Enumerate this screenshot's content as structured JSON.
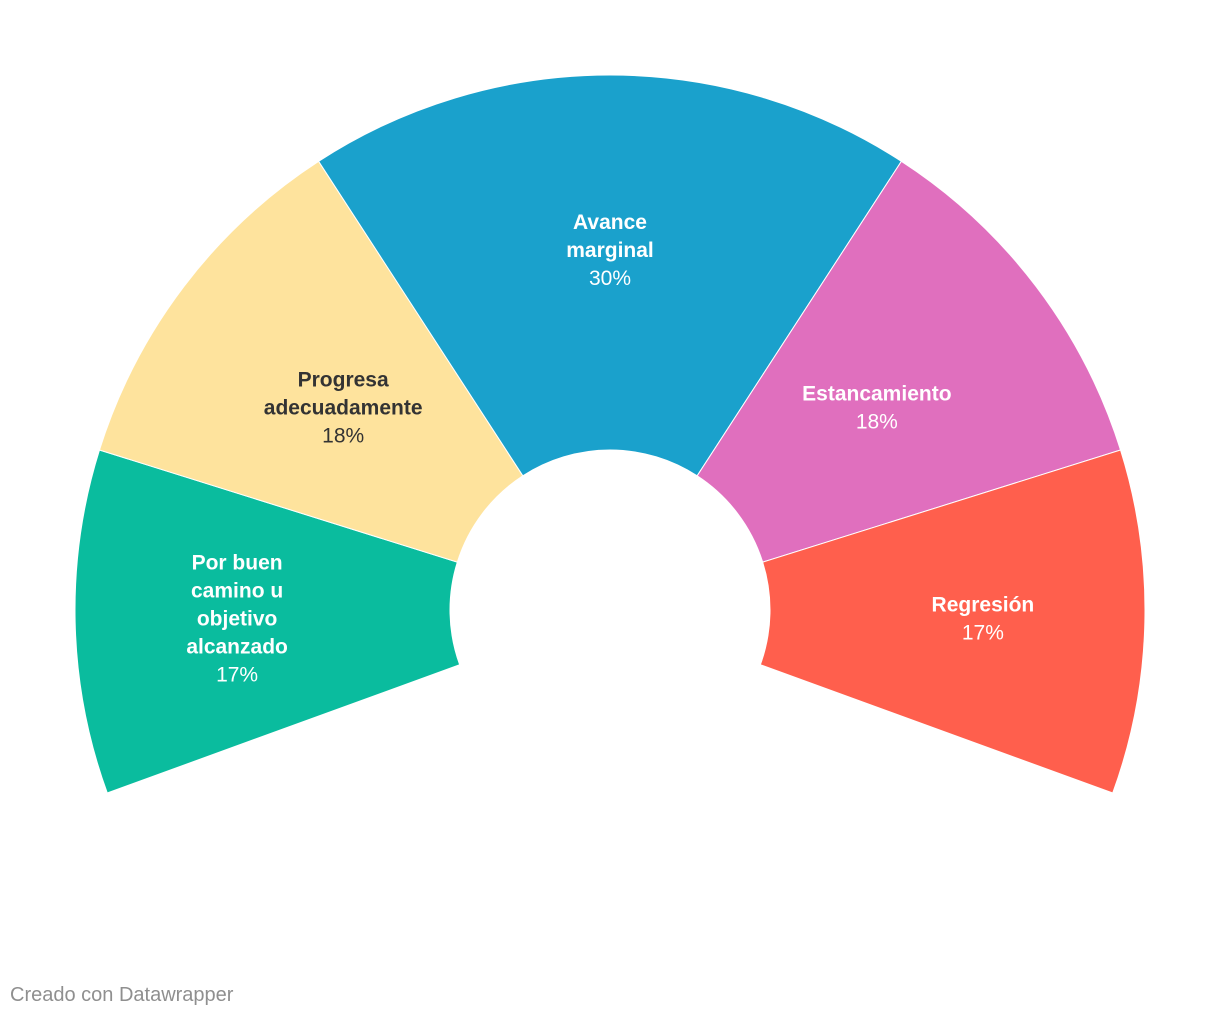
{
  "chart_data": {
    "type": "pie",
    "variant": "partial donut",
    "segments": [
      {
        "label": "Por buen camino u objetivo alcanzado",
        "lines": [
          "Por buen",
          "camino u",
          "objetivo",
          "alcanzado"
        ],
        "value": 17,
        "value_label": "17%",
        "color": "#0abc9e",
        "text_color": "#ffffff"
      },
      {
        "label": "Progresa adecuadamente",
        "lines": [
          "Progresa",
          "adecuadamente"
        ],
        "value": 18,
        "value_label": "18%",
        "color": "#fee39d",
        "text_color": "#333333"
      },
      {
        "label": "Avance marginal",
        "lines": [
          "Avance",
          "marginal"
        ],
        "value": 30,
        "value_label": "30%",
        "color": "#1aa1cc",
        "text_color": "#ffffff"
      },
      {
        "label": "Estancamiento",
        "lines": [
          "Estancamiento"
        ],
        "value": 18,
        "value_label": "18%",
        "color": "#e06fbe",
        "text_color": "#ffffff"
      },
      {
        "label": "Regresión",
        "lines": [
          "Regresión"
        ],
        "value": 17,
        "value_label": "17%",
        "color": "#ff5f4d",
        "text_color": "#ffffff"
      }
    ]
  },
  "footer": {
    "credit": "Creado con Datawrapper"
  }
}
